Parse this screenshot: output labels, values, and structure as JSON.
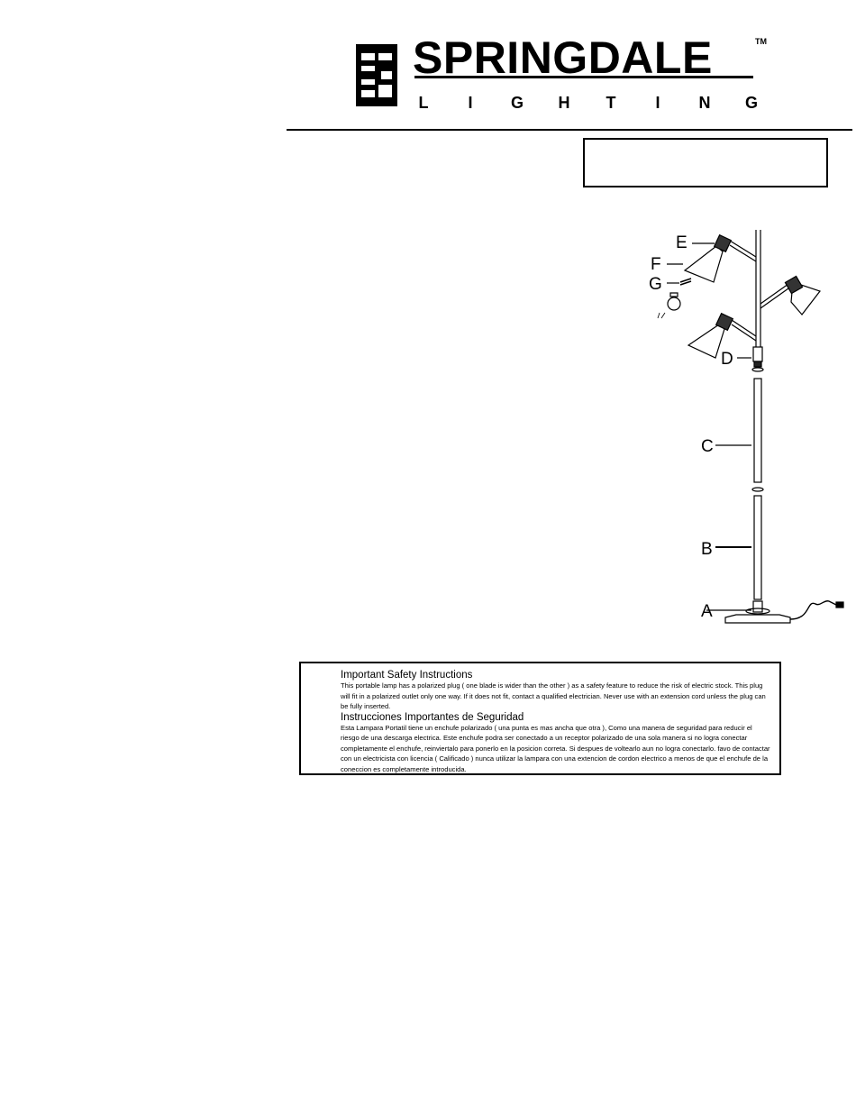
{
  "logo": {
    "brand_name": "SPRINGDALE",
    "brand_sub": [
      "L",
      "I",
      "G",
      "H",
      "T",
      "I",
      "N",
      "G"
    ],
    "trademark": "TM",
    "mark_color": "#000000"
  },
  "diagram": {
    "labels": {
      "A": "A",
      "B": "B",
      "C": "C",
      "D": "D",
      "E": "E",
      "F": "F",
      "G": "G"
    }
  },
  "safety": {
    "en_heading": "Important Safety Instructions",
    "en_body": "This portable lamp has a polarized plug ( one blade is wider than the other ) as a safety feature to reduce the risk of electric stock. This plug will fit in a polarized outlet only one way. If it does not fit, contact a qualified electrician. Never use with an extension cord unless the plug can be fully inserted.",
    "es_heading": "Instrucciones Importantes de Seguridad",
    "es_body": "Esta Lampara Portatil tiene un enchufe polarizado ( una punta es mas ancha que otra ), Como una manera de seguridad para reducir el riesgo de una descarga electrica. Este enchufe podra ser conectado a un receptor polarizado de una sola manera si no logra conectar completamente el enchufe, reinviertalo para ponerlo en la posicion correta. Si despues de voltearlo aun no logra conectarlo. favo de contactar con un electricista con licencia ( Calificado ) nunca utilizar la lampara con una extencion de cordon electrico a menos de que el enchufe de la coneccion es completamente introducida."
  }
}
